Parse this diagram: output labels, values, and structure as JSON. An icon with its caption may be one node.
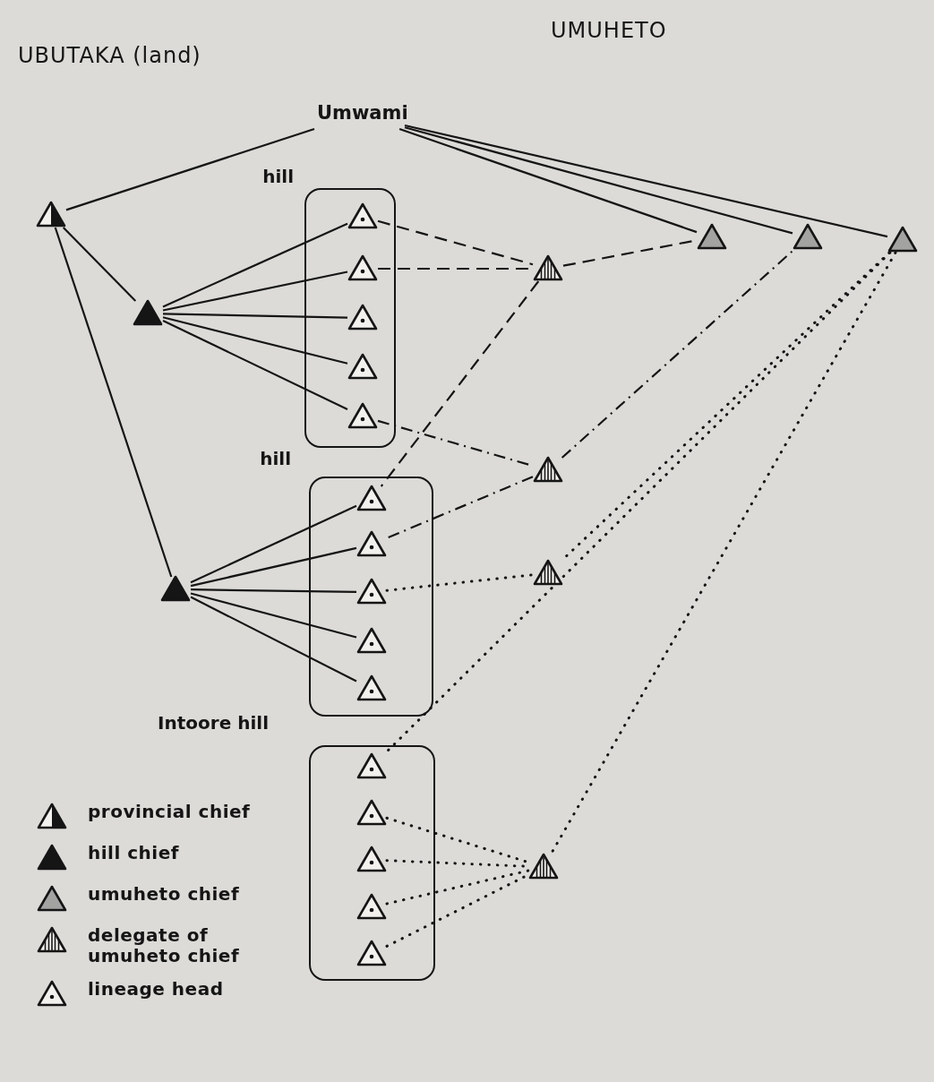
{
  "diagram": {
    "nodes": [
      {
        "text": [
          "Umwami"
        ]
      },
      {
        "text": [],
        "shape": "triangle"
      },
      {
        "text": [],
        "shape": "triangle"
      },
      {
        "text": [],
        "shape": "triangle"
      },
      {
        "text": [
          "hill"
        ]
      },
      {
        "text": [],
        "shape": "triangle",
        "in": 4
      },
      {
        "text": [],
        "shape": "triangle",
        "in": 4
      },
      {
        "text": [],
        "shape": "triangle",
        "in": 4
      },
      {
        "text": [],
        "shape": "triangle",
        "in": 4
      },
      {
        "text": [],
        "shape": "triangle",
        "in": 4
      },
      {
        "text": [
          "hill"
        ]
      },
      {
        "text": [],
        "shape": "triangle",
        "in": 10
      },
      {
        "text": [],
        "shape": "triangle",
        "in": 10
      },
      {
        "text": [],
        "shape": "triangle",
        "in": 10
      },
      {
        "text": [],
        "shape": "triangle",
        "in": 10
      },
      {
        "text": [],
        "shape": "triangle",
        "in": 10
      },
      {
        "text": [
          "Intoore hill"
        ]
      },
      {
        "text": [],
        "shape": "triangle",
        "in": 16
      },
      {
        "text": [],
        "shape": "triangle",
        "in": 16
      },
      {
        "text": [],
        "shape": "triangle",
        "in": 16
      },
      {
        "text": [],
        "shape": "triangle",
        "in": 16
      },
      {
        "text": [],
        "shape": "triangle",
        "in": 16
      },
      {
        "text": [],
        "shape": "triangle"
      },
      {
        "text": [],
        "shape": "triangle"
      },
      {
        "text": [],
        "shape": "triangle"
      },
      {
        "text": [],
        "shape": "triangle"
      },
      {
        "text": [],
        "shape": "triangle"
      },
      {
        "text": [],
        "shape": "triangle"
      },
      {
        "text": [],
        "shape": "triangle"
      }
    ],
    "edges": [
      {
        "from": 0,
        "to": 1,
        "arrow": "none"
      },
      {
        "from": 0,
        "to": 22,
        "arrow": "none"
      },
      {
        "from": 0,
        "to": 23,
        "arrow": "none"
      },
      {
        "from": 0,
        "to": 24,
        "arrow": "none"
      },
      {
        "from": 1,
        "to": 2,
        "arrow": "none"
      },
      {
        "from": 1,
        "to": 3,
        "arrow": "none"
      },
      {
        "from": 2,
        "to": 5,
        "arrow": "none"
      },
      {
        "from": 2,
        "to": 6,
        "arrow": "none"
      },
      {
        "from": 2,
        "to": 7,
        "arrow": "none"
      },
      {
        "from": 2,
        "to": 8,
        "arrow": "none"
      },
      {
        "from": 2,
        "to": 9,
        "arrow": "none"
      },
      {
        "from": 3,
        "to": 11,
        "arrow": "none"
      },
      {
        "from": 3,
        "to": 12,
        "arrow": "none"
      },
      {
        "from": 3,
        "to": 13,
        "arrow": "none"
      },
      {
        "from": 3,
        "to": 14,
        "arrow": "none"
      },
      {
        "from": 3,
        "to": 15,
        "arrow": "none"
      },
      {
        "from": 5,
        "to": 25,
        "arrow": "none",
        "style": "dashed"
      },
      {
        "from": 6,
        "to": 25,
        "arrow": "none",
        "style": "dashed"
      },
      {
        "from": 25,
        "to": 22,
        "arrow": "none",
        "style": "dashed"
      },
      {
        "from": 25,
        "to": 11,
        "arrow": "none",
        "style": "dashed"
      },
      {
        "from": 9,
        "to": 26,
        "arrow": "none",
        "style": "dashed"
      },
      {
        "from": 26,
        "to": 23,
        "arrow": "none",
        "style": "dashed"
      },
      {
        "from": 26,
        "to": 12,
        "arrow": "none",
        "style": "dashed"
      },
      {
        "from": 13,
        "to": 27,
        "arrow": "none",
        "style": "dashed"
      },
      {
        "from": 24,
        "to": 27,
        "arrow": "none",
        "style": "dashed"
      },
      {
        "from": 24,
        "to": 17,
        "arrow": "none",
        "style": "dashed"
      },
      {
        "from": 24,
        "to": 28,
        "arrow": "none",
        "style": "dashed"
      },
      {
        "from": 18,
        "to": 28,
        "arrow": "none",
        "style": "dashed"
      },
      {
        "from": 19,
        "to": 28,
        "arrow": "none",
        "style": "dashed"
      },
      {
        "from": 20,
        "to": 28,
        "arrow": "none",
        "style": "dashed"
      },
      {
        "from": 21,
        "to": 28,
        "arrow": "none",
        "style": "dashed"
      }
    ],
    "labels": [
      "UBUTAKA (land)",
      "UMUHETO"
    ],
    "legend": [
      {
        "text": "provincial chief"
      },
      {
        "text": "hill chief"
      },
      {
        "text": "umuheto chief"
      },
      {
        "text": "delegate of umuheto chief"
      },
      {
        "text": "lineage head"
      }
    ]
  }
}
